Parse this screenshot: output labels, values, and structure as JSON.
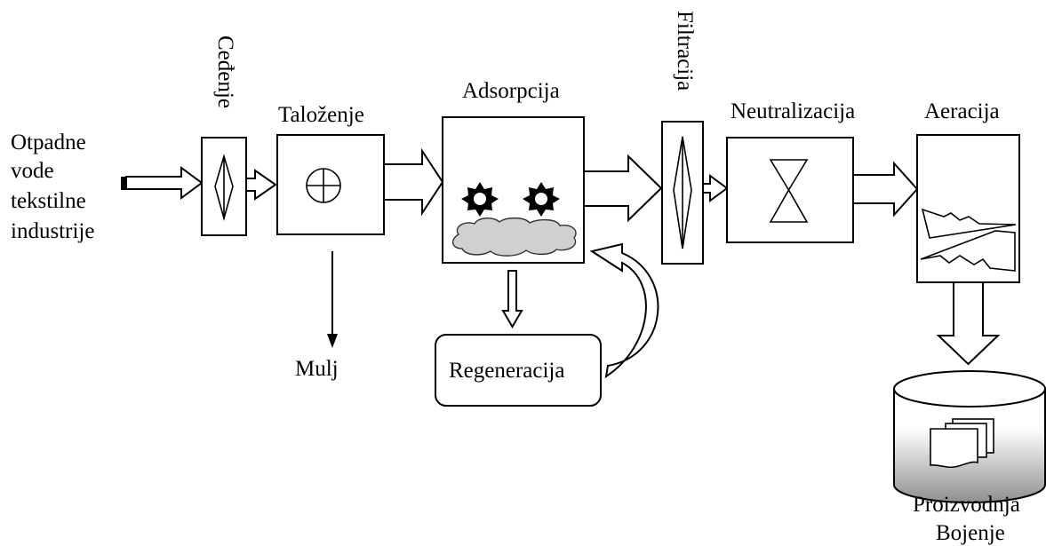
{
  "input": {
    "lines": [
      "Otpadne",
      "vode",
      "tekstilne",
      "industrije"
    ]
  },
  "stages": {
    "cedjenje": "Ceđenje",
    "talozenje": "Taloženje",
    "adsorpcija": "Adsorpcija",
    "filtracija": "Filtracija",
    "neutralizacija": "Neutralizacija",
    "aeracija": "Aeracija"
  },
  "byproducts": {
    "mulj": "Mulj",
    "regeneracija": "Regeneracija"
  },
  "output": {
    "lines": [
      "Proizvodnja",
      "Bojenje"
    ]
  },
  "colors": {
    "stroke": "#000000",
    "cloud": "#d0d0d0",
    "tank_shade": "#9a9a9a"
  },
  "icons": [
    "diamond-icon",
    "cross-circle-icon",
    "sun-icon",
    "cloud-icon",
    "hourglass-icon",
    "lightning-icon",
    "documents-icon"
  ]
}
